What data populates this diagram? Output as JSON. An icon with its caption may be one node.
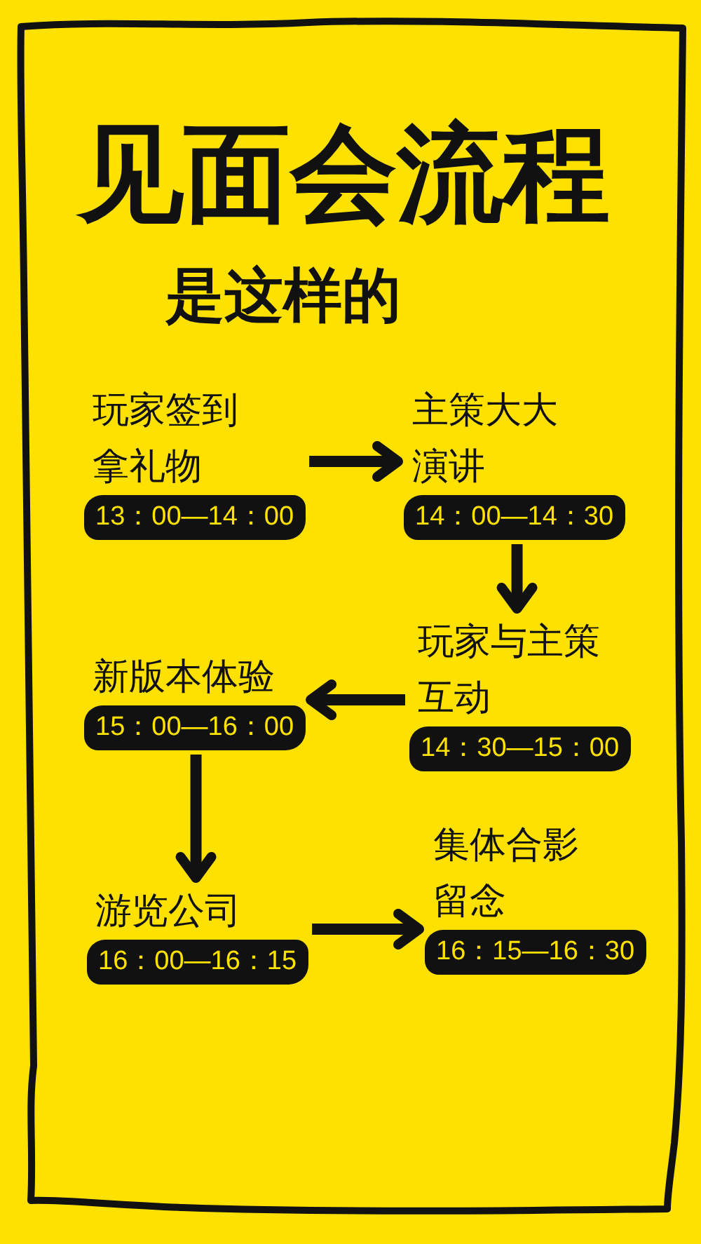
{
  "diagram": {
    "title": "见面会流程",
    "nodes": [
      {
        "text": [
          "玩家签到拿礼物",
          "13：00—14：00"
        ]
      },
      {
        "text": [
          "主策大大演讲",
          "14：00—14：30"
        ]
      },
      {
        "text": [
          "新版本体验",
          "15：00—16：00"
        ]
      },
      {
        "text": [
          "玩家与主策互动",
          "14：30—15：00"
        ]
      },
      {
        "text": [
          "游览公司",
          "16：00—16：15"
        ]
      },
      {
        "text": [
          "集体合影留念",
          "16：15—16：30"
        ]
      }
    ],
    "edges": [
      {
        "from": 0,
        "to": 1,
        "arrow": "to"
      },
      {
        "from": 1,
        "to": 3,
        "arrow": "to"
      },
      {
        "from": 3,
        "to": 2,
        "arrow": "to"
      },
      {
        "from": 2,
        "to": 4,
        "arrow": "to"
      },
      {
        "from": 4,
        "to": 5,
        "arrow": "to"
      }
    ],
    "labels": [
      "是这样的"
    ]
  }
}
